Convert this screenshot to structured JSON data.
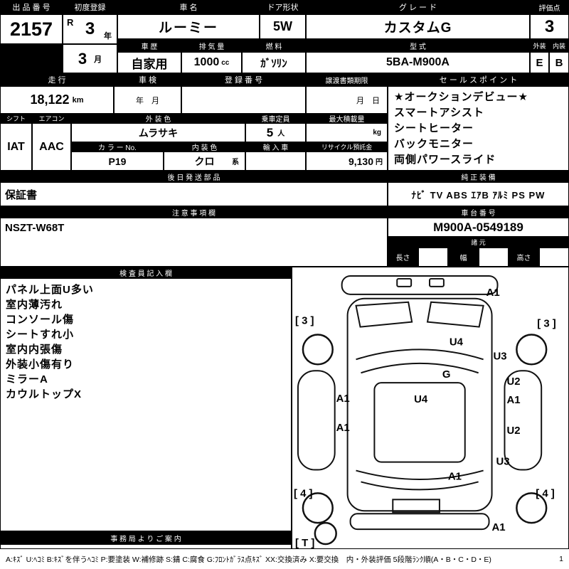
{
  "top": {
    "lot_label": "出 品 番 号",
    "lot_number": "2157",
    "first_reg_label": "初度登録",
    "era": "R",
    "year": "3",
    "year_unit": "年",
    "month": "3",
    "month_unit": "月",
    "car_name_label": "車 名",
    "car_name": "ルーミー",
    "door_label": "ドア形状",
    "door": "5W",
    "grade_label": "グ レ ー ド",
    "grade": "カスタムG",
    "score_label": "評価点",
    "score": "3",
    "history_label": "車 歴",
    "history": "自家用",
    "displacement_label": "排 気 量",
    "displacement": "1000",
    "displacement_unit": "cc",
    "fuel_label": "燃 料",
    "fuel": "ｶﾞｿﾘﾝ",
    "model_label": "型 式",
    "model": "5BA-M900A",
    "ext_label": "外装",
    "int_label": "内装",
    "ext_grade": "E",
    "int_grade": "B"
  },
  "reg": {
    "mileage_label": "走 行",
    "mileage": "18,122",
    "mileage_unit": "km",
    "shaken_label": "車 検",
    "shaken_placeholder": "年　月",
    "regno_label": "登 録 番 号",
    "transfer_label": "譲渡書類期限",
    "transfer_placeholder": "月　日"
  },
  "sales": {
    "label": "セ ー ル ス ポ イ ン ト",
    "points": [
      "★オークションデビュー★",
      "スマートアシスト",
      "シートヒーター",
      "バックモニター",
      "両側パワースライド"
    ]
  },
  "spec": {
    "shift_label": "シフト",
    "shift": "IAT",
    "ac_label": "エアコン",
    "ac": "AAC",
    "ext_color_label": "外 装 色",
    "ext_color": "ムラサキ",
    "capacity_label": "乗車定員",
    "capacity": "5",
    "capacity_unit": "人",
    "payload_label": "最大積載量",
    "payload_unit": "kg",
    "color_no_label": "カ ラ ー No.",
    "color_no": "P19",
    "int_color_label": "内 装 色",
    "int_color": "クロ",
    "int_color_suffix": "系",
    "import_label": "輸 入 車",
    "recycle_label": "リサイクル預託金",
    "recycle": "9,130",
    "recycle_unit": "円"
  },
  "parts": {
    "label": "後 日 発 送 部 品",
    "value": "保証書"
  },
  "equipment": {
    "label": "純 正 装 備",
    "value": "ﾅﾋﾞ TV ABS ｴｱB ｱﾙﾐ PS PW"
  },
  "notes": {
    "label": "注 意 事 項 欄",
    "value": "NSZT-W68T"
  },
  "chassis": {
    "label": "車 台 番 号",
    "value": "M900A-0549189",
    "specs_label": "諸 元",
    "length_label": "長さ",
    "width_label": "幅",
    "height_label": "高さ"
  },
  "inspector": {
    "label": "検 査 員 記 入 欄",
    "lines": [
      "パネル上面U多い",
      "室内薄汚れ",
      "コンソール傷",
      "シートすれ小",
      "室内内張傷",
      "外装小傷有り",
      "ミラーA",
      "カウルトップX"
    ]
  },
  "office": {
    "label": "事 務 局 よ り ご 案 内"
  },
  "diagram": {
    "labels": [
      "A1",
      "[ 3 ]",
      "[ 3 ]",
      "U4",
      "U3",
      "G",
      "U2",
      "A1",
      "U4",
      "A1",
      "A1",
      "U2",
      "U3",
      "A1",
      "[ 4 ]",
      "[ 4 ]",
      "A1",
      "[ T ]"
    ]
  },
  "legend": {
    "text": "A:ｷｽﾞ U:ﾍｺﾐ B:ｷｽﾞを伴うﾍｺﾐ P:要塗装 W:補修跡 S:錆 C:腐食 G:ﾌﾛﾝﾄｶﾞﾗｽ点ｷｽﾞ XX:交換済み X:要交換　内・外装評価 5段階ﾗﾝｸ順(A・B・C・D・E)",
    "page": "1"
  }
}
